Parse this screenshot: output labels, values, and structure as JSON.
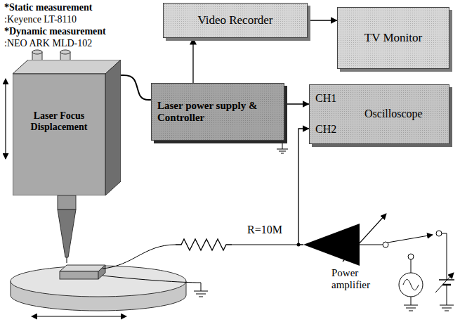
{
  "diagram": {
    "nodes": [
      {
        "text": [
          "Video Recorder"
        ]
      },
      {
        "text": [
          "TV Monitor"
        ]
      },
      {
        "text": [
          "Laser Focus Displacement"
        ]
      },
      {
        "text": [
          "Laser power supply & Controller"
        ]
      },
      {
        "text": [
          "CH1",
          "Oscilloscope",
          "CH2"
        ]
      },
      {
        "text": [
          "Power amplifier"
        ]
      }
    ],
    "edges": [
      {
        "from": 0,
        "to": 1,
        "arrow": "to"
      },
      {
        "from": 3,
        "to": 0,
        "arrow": "to"
      },
      {
        "from": 2,
        "to": 3,
        "arrow": "none"
      },
      {
        "from": 3,
        "to": 4,
        "arrow": "to"
      },
      {
        "from": 5,
        "to": 4,
        "arrow": "to"
      }
    ],
    "labels": [
      "*Static measurement",
      ":Keyence LT-8110",
      "*Dynamic measurement",
      ":NEO ARK MLD-102",
      "R=10M"
    ]
  }
}
